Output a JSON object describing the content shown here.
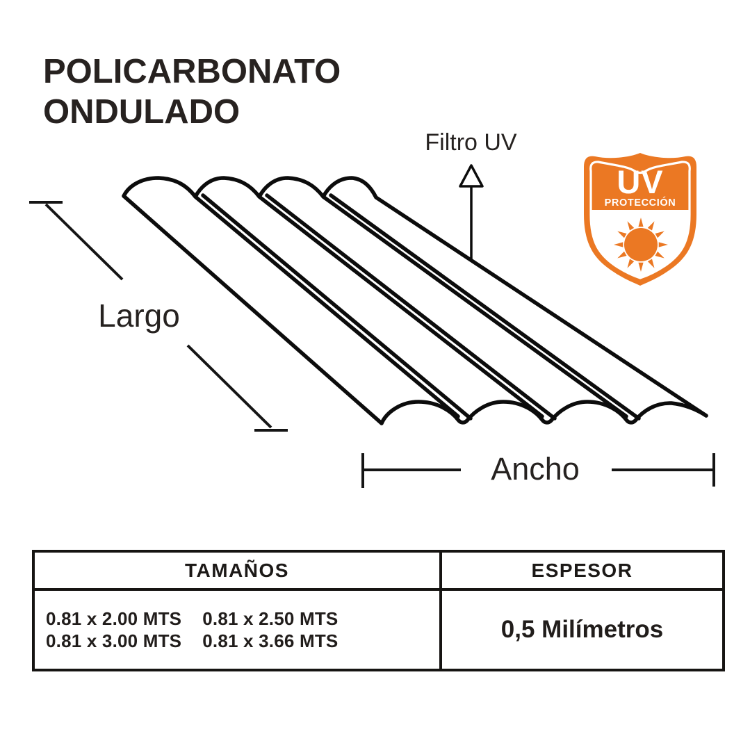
{
  "title": {
    "line1": "POLICARBONATO",
    "line2": "ONDULADO"
  },
  "labels": {
    "uv_filter": "Filtro UV",
    "length": "Largo",
    "width": "Ancho"
  },
  "badge": {
    "top_text": "UV",
    "bottom_text": "PROTECCIÓN"
  },
  "spec_table": {
    "size_header": "TAMAÑOS",
    "thickness_header": "ESPESOR",
    "sizes": [
      "0.81 x 2.00 MTS",
      "0.81 x 2.50 MTS",
      "0.81 x 3.00 MTS",
      "0.81 x 3.66 MTS"
    ],
    "thickness_value": "0,5 Milímetros"
  },
  "colors": {
    "accent_orange": "#EB7823",
    "ink": "#262220",
    "line_art": "#0C0C0C"
  }
}
